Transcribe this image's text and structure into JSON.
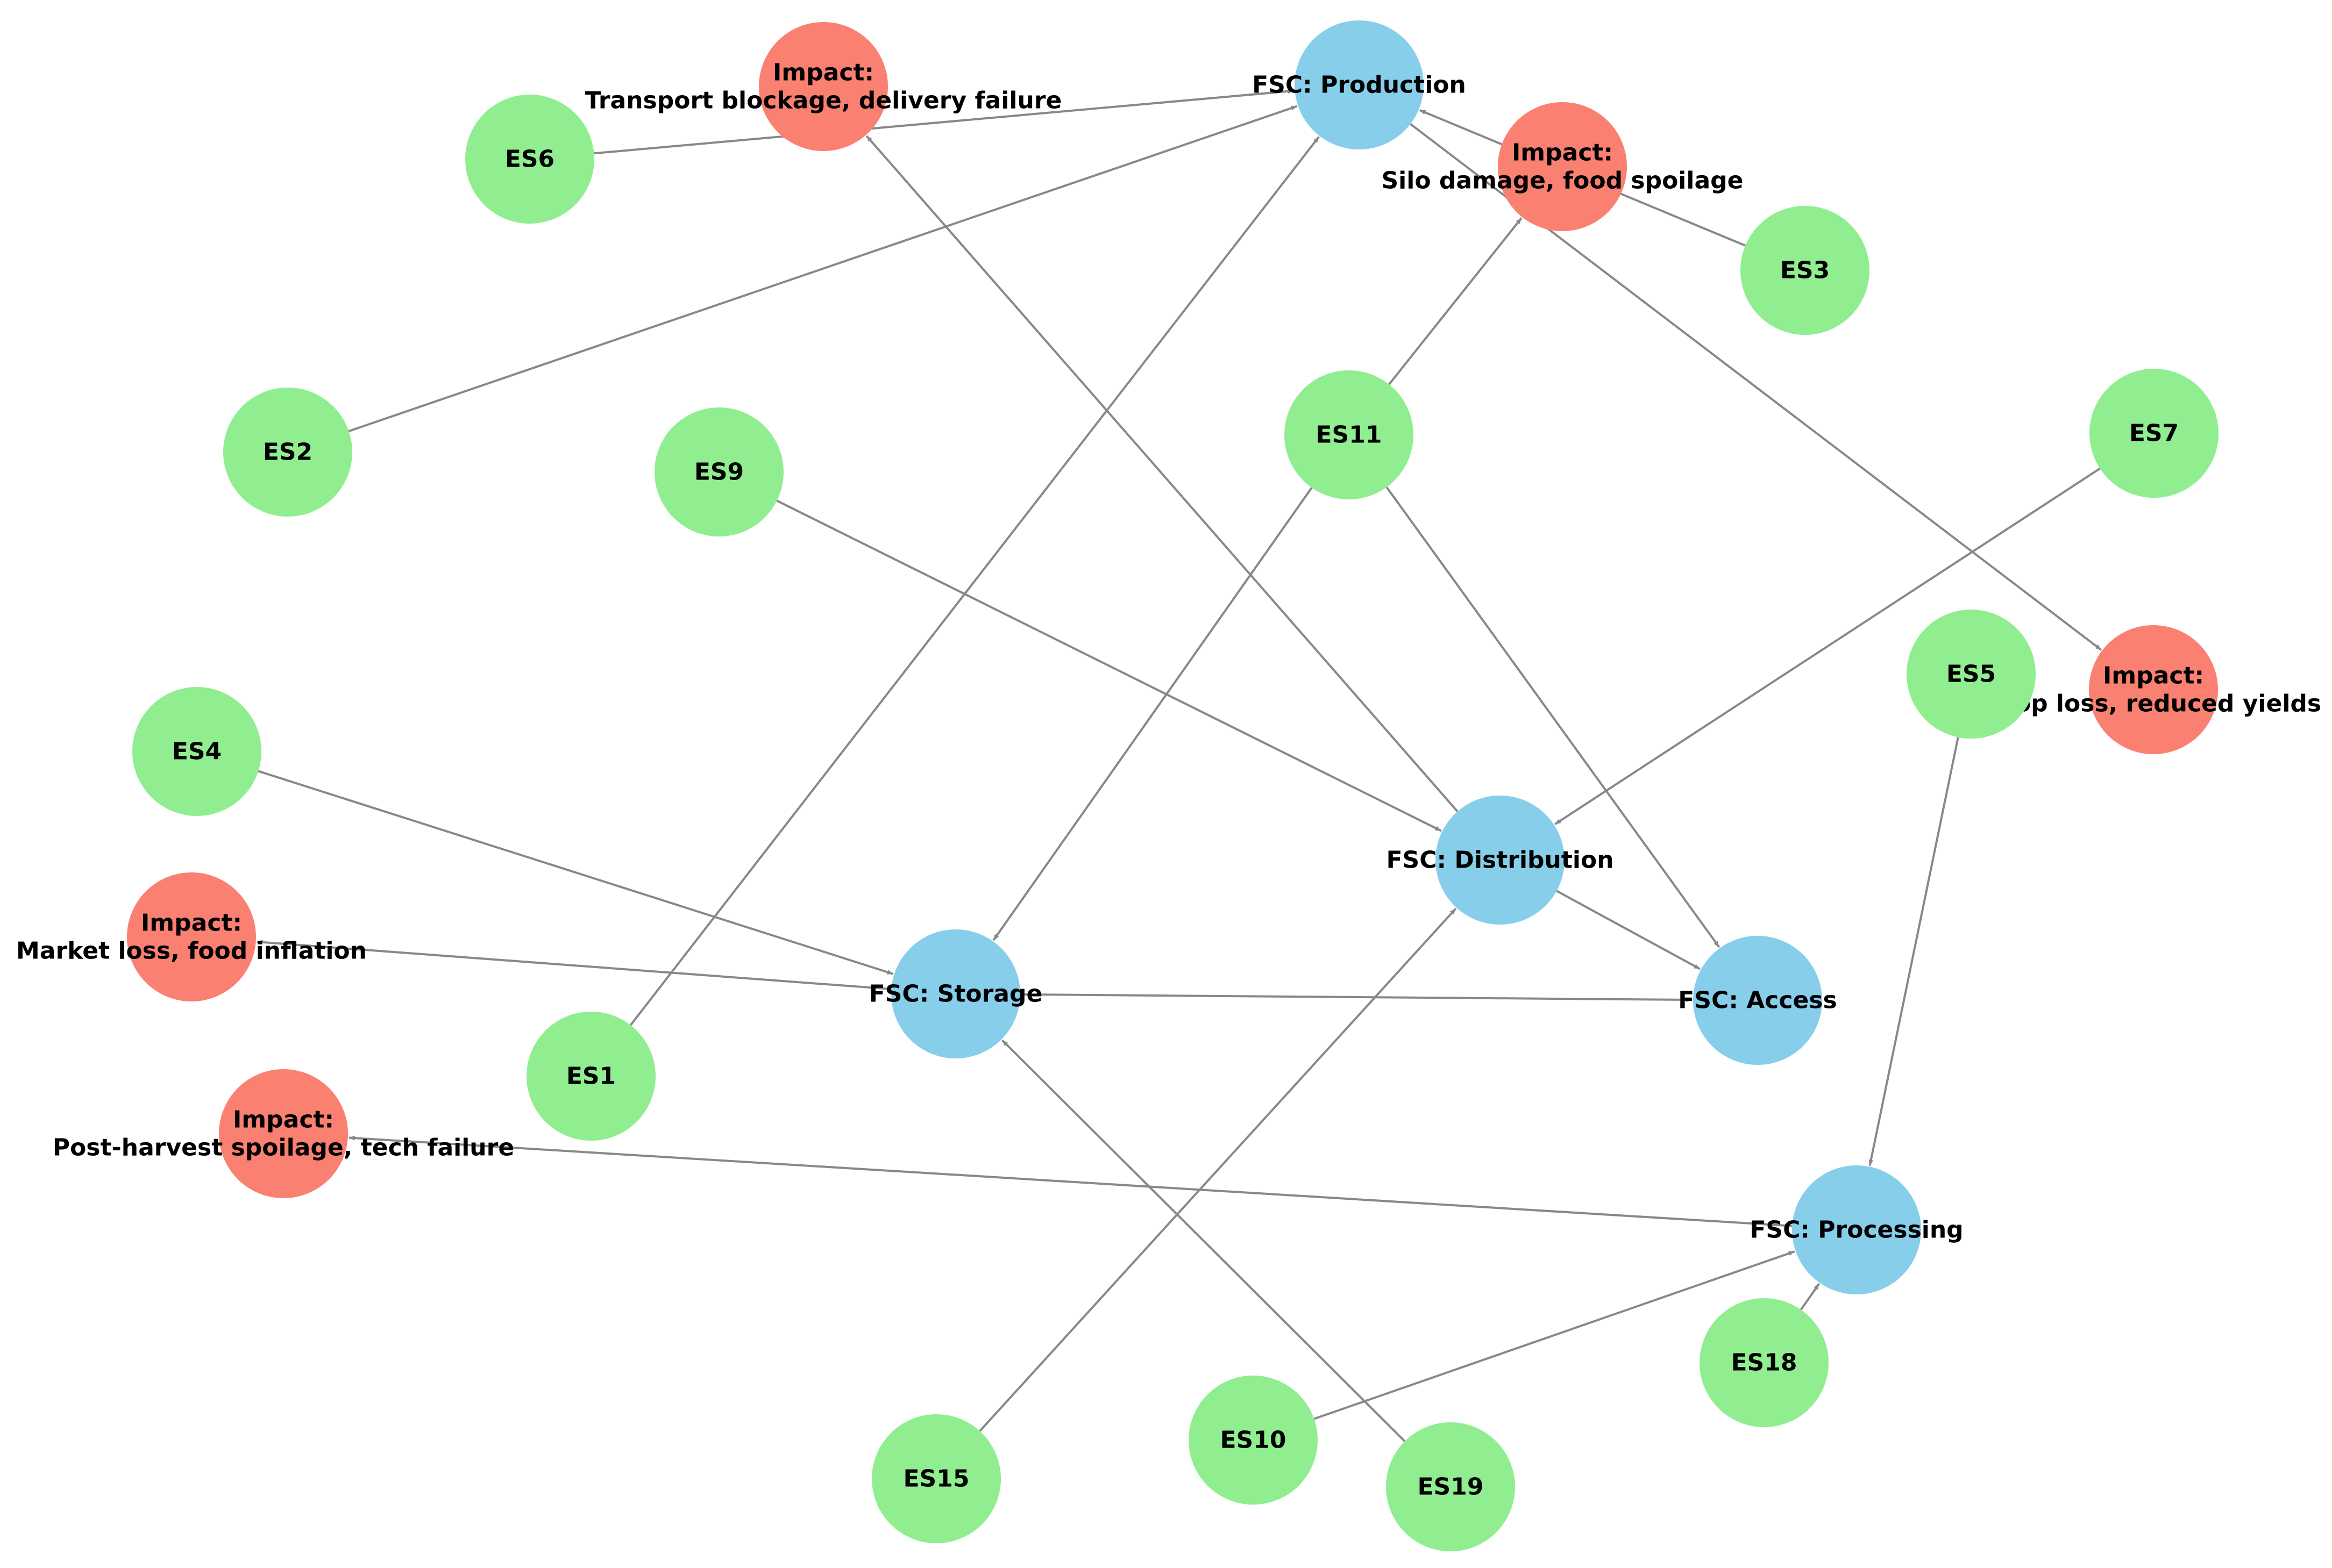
{
  "colors": {
    "es": "#90ee90",
    "fsc": "#87ceeb",
    "impact": "#fa8072",
    "edge": "#888888"
  },
  "nodes": [
    {
      "id": "fsc_production",
      "type": "fsc",
      "label": [
        "FSC: Production"
      ]
    },
    {
      "id": "fsc_distribution",
      "type": "fsc",
      "label": [
        "FSC: Distribution"
      ]
    },
    {
      "id": "fsc_storage",
      "type": "fsc",
      "label": [
        "FSC: Storage"
      ]
    },
    {
      "id": "fsc_access",
      "type": "fsc",
      "label": [
        "FSC: Access"
      ]
    },
    {
      "id": "fsc_processing",
      "type": "fsc",
      "label": [
        "FSC: Processing"
      ]
    },
    {
      "id": "imp_transport",
      "type": "impact",
      "label": [
        "Impact:",
        "Transport blockage, delivery failure"
      ]
    },
    {
      "id": "imp_silo",
      "type": "impact",
      "label": [
        "Impact:",
        "Silo damage, food spoilage"
      ]
    },
    {
      "id": "imp_crop",
      "type": "impact",
      "label": [
        "Impact:",
        "Crop loss, reduced yields"
      ]
    },
    {
      "id": "imp_market",
      "type": "impact",
      "label": [
        "Impact:",
        "Market loss, food inflation"
      ]
    },
    {
      "id": "imp_postharvest",
      "type": "impact",
      "label": [
        "Impact:",
        "Post-harvest spoilage, tech failure"
      ]
    },
    {
      "id": "es6",
      "type": "es",
      "label": [
        "ES6"
      ]
    },
    {
      "id": "es3",
      "type": "es",
      "label": [
        "ES3"
      ]
    },
    {
      "id": "es2",
      "type": "es",
      "label": [
        "ES2"
      ]
    },
    {
      "id": "es9",
      "type": "es",
      "label": [
        "ES9"
      ]
    },
    {
      "id": "es11",
      "type": "es",
      "label": [
        "ES11"
      ]
    },
    {
      "id": "es7",
      "type": "es",
      "label": [
        "ES7"
      ]
    },
    {
      "id": "es5",
      "type": "es",
      "label": [
        "ES5"
      ]
    },
    {
      "id": "es4",
      "type": "es",
      "label": [
        "ES4"
      ]
    },
    {
      "id": "es1",
      "type": "es",
      "label": [
        "ES1"
      ]
    },
    {
      "id": "es15",
      "type": "es",
      "label": [
        "ES15"
      ]
    },
    {
      "id": "es10",
      "type": "es",
      "label": [
        "ES10"
      ]
    },
    {
      "id": "es19",
      "type": "es",
      "label": [
        "ES19"
      ]
    },
    {
      "id": "es18",
      "type": "es",
      "label": [
        "ES18"
      ]
    }
  ],
  "edges": [
    {
      "from": "es6",
      "to": "fsc_production"
    },
    {
      "from": "es2",
      "to": "fsc_production"
    },
    {
      "from": "es1",
      "to": "fsc_production"
    },
    {
      "from": "es3",
      "to": "fsc_production"
    },
    {
      "from": "fsc_production",
      "to": "imp_crop"
    },
    {
      "from": "es11",
      "to": "imp_silo"
    },
    {
      "from": "es11",
      "to": "fsc_storage"
    },
    {
      "from": "es11",
      "to": "fsc_access"
    },
    {
      "from": "fsc_distribution",
      "to": "imp_transport"
    },
    {
      "from": "es9",
      "to": "fsc_distribution"
    },
    {
      "from": "es7",
      "to": "fsc_distribution"
    },
    {
      "from": "es15",
      "to": "fsc_distribution"
    },
    {
      "from": "fsc_distribution",
      "to": "fsc_access"
    },
    {
      "from": "es4",
      "to": "fsc_storage"
    },
    {
      "from": "fsc_storage",
      "to": "imp_market"
    },
    {
      "from": "fsc_storage",
      "to": "fsc_access"
    },
    {
      "from": "es19",
      "to": "fsc_storage"
    },
    {
      "from": "es5",
      "to": "fsc_processing"
    },
    {
      "from": "es10",
      "to": "fsc_processing"
    },
    {
      "from": "es18",
      "to": "fsc_processing"
    },
    {
      "from": "fsc_processing",
      "to": "imp_postharvest"
    }
  ]
}
